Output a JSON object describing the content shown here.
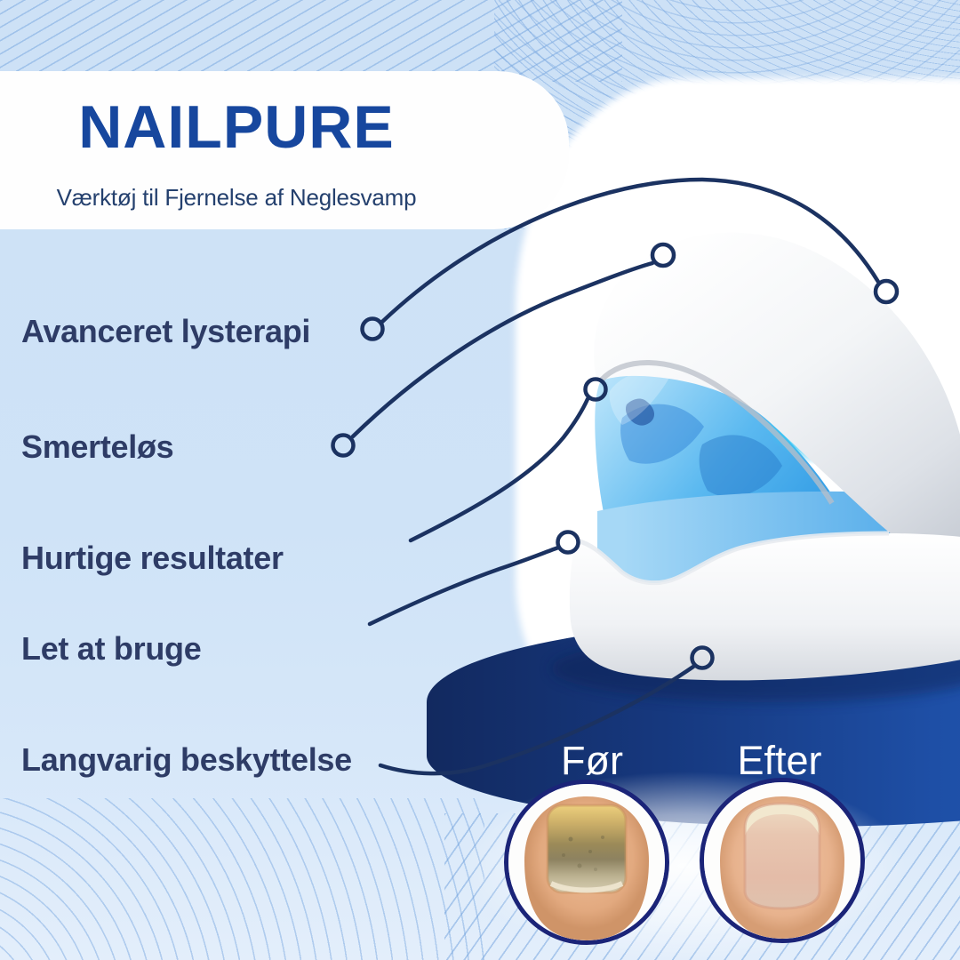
{
  "brand": {
    "title": "NAILPURE",
    "subtitle": "Værktøj til Fjernelse af Neglesvamp"
  },
  "features": [
    {
      "label": "Avanceret lysterapi"
    },
    {
      "label": "Smerteløs"
    },
    {
      "label": "Hurtige resultater"
    },
    {
      "label": "Let at bruge"
    },
    {
      "label": "Langvarig beskyttelse"
    }
  ],
  "comparison": {
    "before_label": "Før",
    "after_label": "Efter"
  },
  "icons": [
    "connector-ring-icon",
    "wave-pattern-decoration"
  ],
  "colors": {
    "background_light_blue": "#cfe3f7",
    "wave_line_blue": "#7aa8e0",
    "title_blue": "#17479e",
    "subtitle_navy": "#24406e",
    "feature_text_navy": "#2e3c66",
    "connector_navy": "#1b3261",
    "pedestal_dark_blue": "#132e6a",
    "pedestal_bright_blue": "#2257b4",
    "device_interior_blue": "#1f8fe0",
    "device_glow_cyan": "#52e0f8",
    "label_white": "#ffffff",
    "photo_ring_navy": "#1b2478"
  }
}
